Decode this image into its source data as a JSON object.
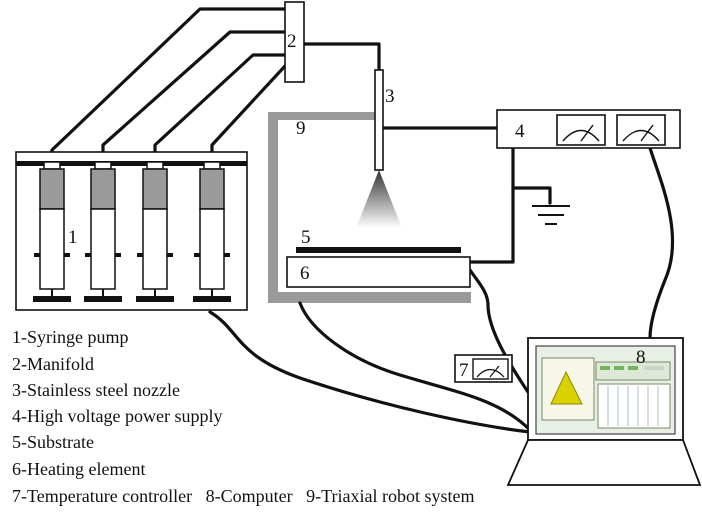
{
  "numbers": {
    "pump": "1",
    "manifold": "2",
    "nozzle": "3",
    "power_supply": "4",
    "substrate": "5",
    "heater": "6",
    "temp_controller": "7",
    "computer": "8",
    "robot": "9"
  },
  "legend": {
    "line1": "1-Syringe pump",
    "line2": "2-Manifold",
    "line3": "3-Stainless steel nozzle",
    "line4": "4-High voltage power supply",
    "line5": "5-Substrate",
    "line6": "6-Heating element",
    "line7": "7-Temperature controller   8-Computer   9-Triaxial robot system"
  },
  "colors": {
    "line": "#111111",
    "robot_frame": "#9a9a9a",
    "syringe_barrel": "#9a9a9a",
    "screen_triangle": "#d9d200",
    "screen_bg": "#e8efe4"
  }
}
